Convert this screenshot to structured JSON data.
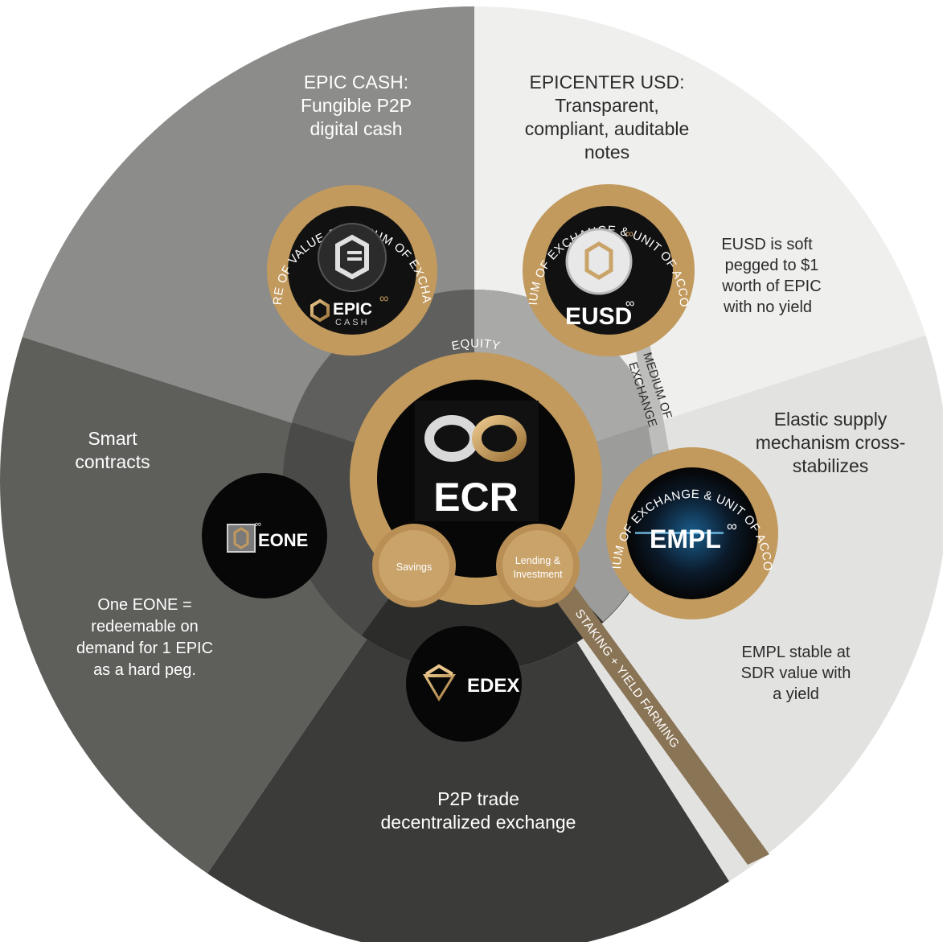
{
  "colors": {
    "segment_epic_cash": "#8c8c8a",
    "segment_eusd": "#efefee",
    "segment_empl": "#e2e2e0",
    "segment_edex": "#3b3b39",
    "segment_eone": "#5e5e5a",
    "gold": "#c29a5e",
    "dark_gold": "#8a7456",
    "black": "#070707"
  },
  "segments": {
    "epic_cash": {
      "title": "EPIC CASH:",
      "lines": [
        "Fungible P2P",
        "digital cash"
      ]
    },
    "eusd": {
      "title": "EPICENTER USD:",
      "lines": [
        "Transparent,",
        "compliant, auditable",
        "notes"
      ]
    },
    "eusd_note": [
      "EUSD is soft",
      "pegged to $1",
      "worth of EPIC",
      "with no yield"
    ],
    "empl": {
      "lines": [
        "Elastic supply",
        "mechanism cross-",
        "stabilizes"
      ]
    },
    "empl_note": [
      "EMPL stable at",
      "SDR value with",
      "a yield"
    ],
    "edex": {
      "lines": [
        "P2P trade",
        "decentralized exchange"
      ]
    },
    "eone": {
      "lines": [
        "Smart",
        "contracts"
      ]
    },
    "eone_note": [
      "One EONE =",
      "redeemable on",
      "demand for 1 EPIC",
      "as a hard peg."
    ]
  },
  "rings": {
    "epic_cash_ring": "STORE OF VALUE & MEDIUM OF EXCHANGE",
    "eusd_ring": "MEDIUM OF EXCHANGE & UNIT OF ACCOUNT",
    "empl_ring": "MEDIUM OF EXCHANGE & UNIT OF ACCOUNT",
    "equity": "EQUITY"
  },
  "connectors": {
    "medium_of_exchange": [
      "MEDIUM OF",
      "EXCHANGE"
    ],
    "staking": "STAKING + YIELD FARMING"
  },
  "logos": {
    "ecr": "ECR",
    "epic_cash_word": "EPIC",
    "epic_cash_sub": "CASH",
    "eusd": "EUSD",
    "empl": "EMPL",
    "eone": "EONE",
    "edex": "EDEX",
    "infinity": "∞"
  },
  "bubbles": {
    "savings": "Savings",
    "lending": [
      "Lending &",
      "Investment"
    ]
  }
}
